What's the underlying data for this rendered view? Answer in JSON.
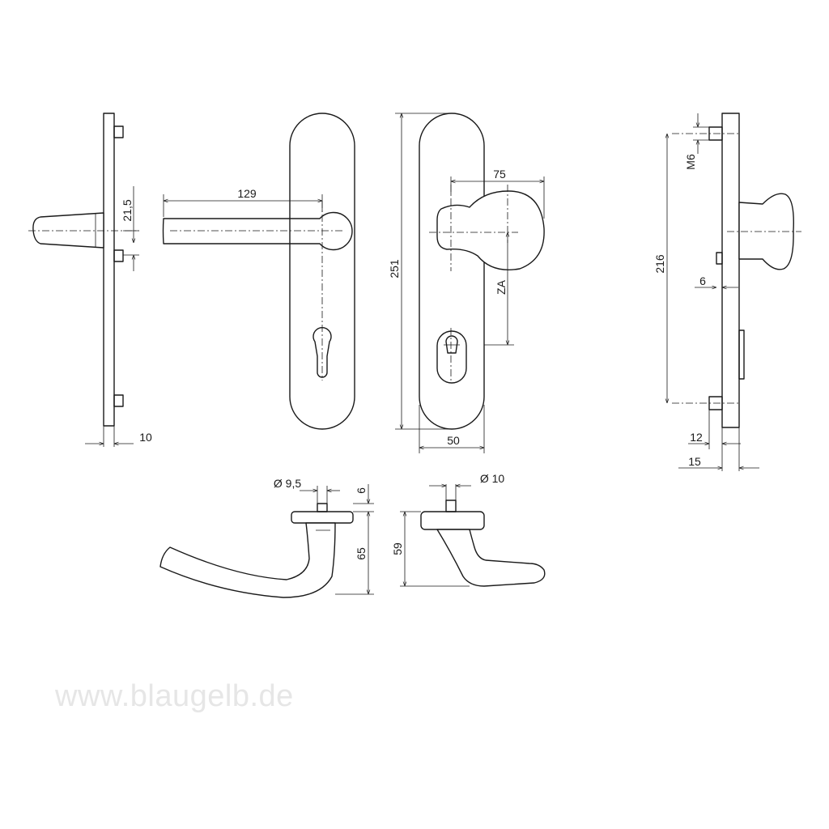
{
  "dimensions": {
    "handle_length": "129",
    "pin_offset": "21,5",
    "plate_thickness_left": "10",
    "plate_height": "251",
    "knob_width": "75",
    "za": "ZA",
    "plate_width": "50",
    "thread": "M6",
    "screw_spacing": "216",
    "pin_length": "6",
    "depth_inner": "12",
    "depth_outer": "15",
    "rosette_bore_left": "Ø 9,5",
    "rosette_gap": "6",
    "lever_height_left": "65",
    "rosette_bore_right": "Ø 10",
    "lever_height_right": "59"
  },
  "watermark": "www.blaugelb.de",
  "colors": {
    "line": "#1a1a1a",
    "background": "#ffffff",
    "watermark": "#e6e6e6"
  }
}
